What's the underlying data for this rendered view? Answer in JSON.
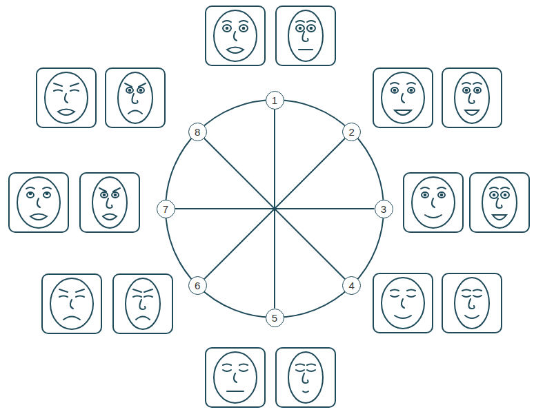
{
  "diagram": {
    "nodes": [
      {
        "text": [
          "1"
        ]
      },
      {
        "text": [
          "2"
        ]
      },
      {
        "text": [
          "3"
        ]
      },
      {
        "text": [
          "4"
        ]
      },
      {
        "text": [
          "5"
        ]
      },
      {
        "text": [
          "6"
        ]
      },
      {
        "text": [
          "7"
        ]
      },
      {
        "text": [
          "8"
        ]
      }
    ],
    "edges": [
      {
        "from": 0,
        "to": 4,
        "arrow": "none"
      },
      {
        "from": 1,
        "to": 5,
        "arrow": "none"
      },
      {
        "from": 2,
        "to": 6,
        "arrow": "none"
      },
      {
        "from": 3,
        "to": 7,
        "arrow": "none"
      }
    ]
  }
}
